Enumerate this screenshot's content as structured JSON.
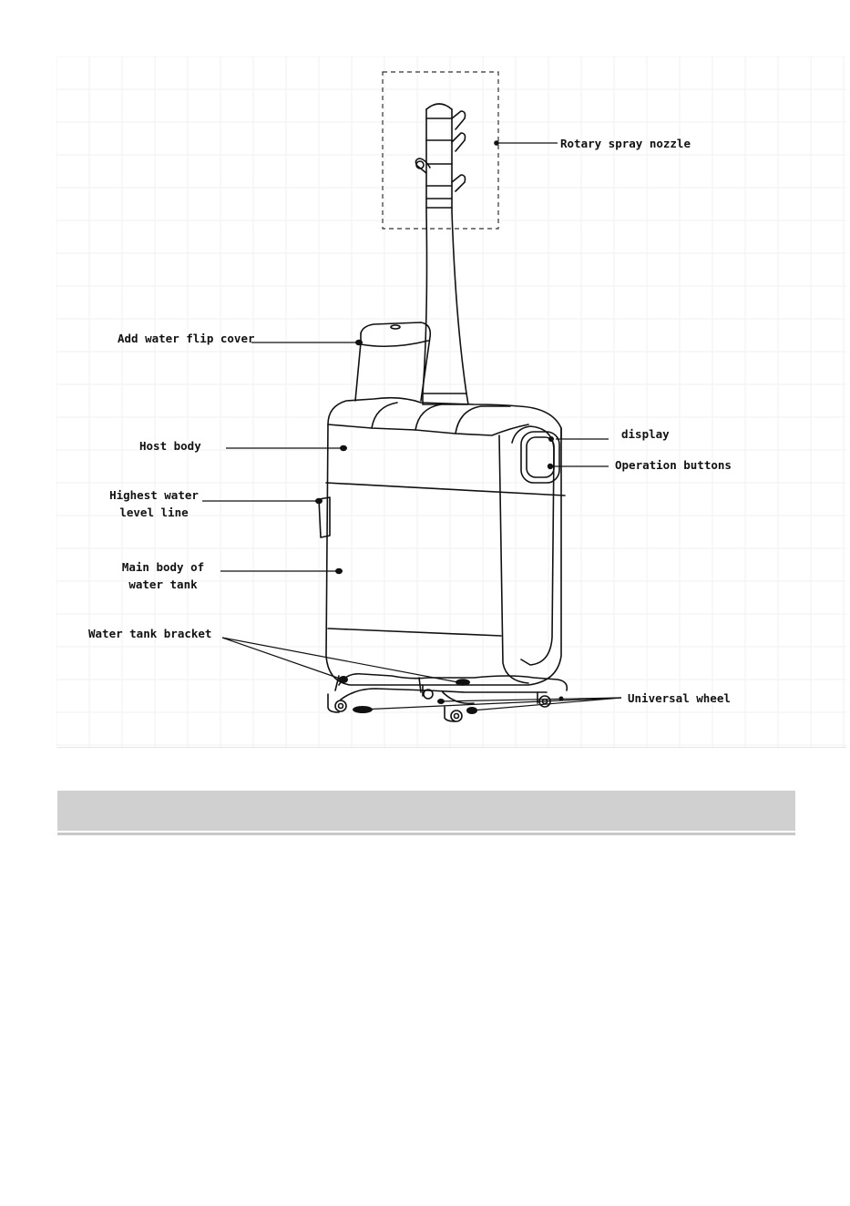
{
  "diagram": {
    "labels": {
      "rotary_spray_nozzle": "Rotary spray nozzle",
      "add_water_flip_cover": "Add water flip cover",
      "host_body": "Host body",
      "highest_water_level_line_1": "Highest water",
      "highest_water_level_line_2": "level line",
      "main_body_of_water_tank_1": "Main body of",
      "main_body_of_water_tank_2": "water tank",
      "water_tank_bracket": "Water tank bracket",
      "display": "display",
      "operation_buttons": "Operation buttons",
      "universal_wheel": "Universal wheel"
    }
  },
  "colors": {
    "line": "#111111",
    "section_bar": "#d0d0d0",
    "grid": "#f1f1f1"
  }
}
